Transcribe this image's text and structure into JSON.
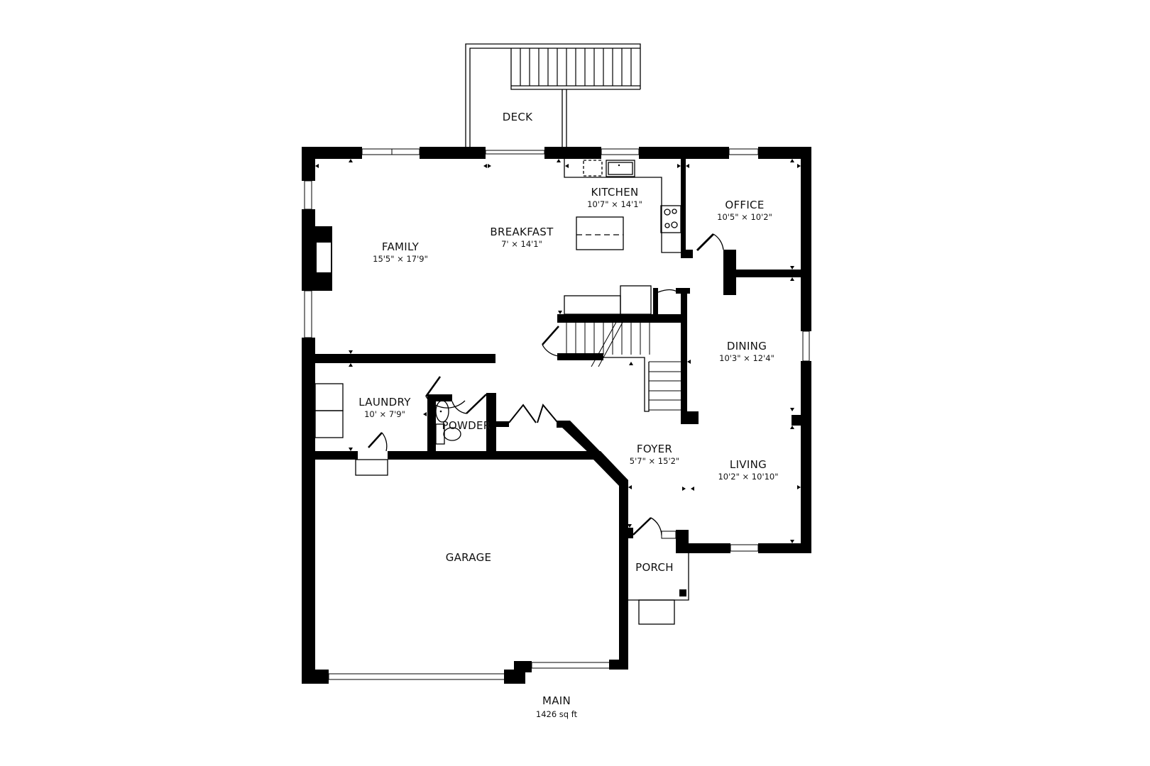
{
  "floor": {
    "name": "MAIN",
    "area": "1426 sq ft"
  },
  "rooms": [
    {
      "id": "deck",
      "name": "DECK",
      "dims": ""
    },
    {
      "id": "kitchen",
      "name": "KITCHEN",
      "dims": "10'7\" × 14'1\""
    },
    {
      "id": "office",
      "name": "OFFICE",
      "dims": "10'5\" × 10'2\""
    },
    {
      "id": "breakfast",
      "name": "BREAKFAST",
      "dims": "7' × 14'1\""
    },
    {
      "id": "family",
      "name": "FAMILY",
      "dims": "15'5\" × 17'9\""
    },
    {
      "id": "dining",
      "name": "DINING",
      "dims": "10'3\" × 12'4\""
    },
    {
      "id": "laundry",
      "name": "LAUNDRY",
      "dims": "10' × 7'9\""
    },
    {
      "id": "powder",
      "name": "POWDER",
      "dims": ""
    },
    {
      "id": "foyer",
      "name": "FOYER",
      "dims": "5'7\" × 15'2\""
    },
    {
      "id": "living",
      "name": "LIVING",
      "dims": "10'2\" × 10'10\""
    },
    {
      "id": "garage",
      "name": "GARAGE",
      "dims": ""
    },
    {
      "id": "porch",
      "name": "PORCH",
      "dims": ""
    }
  ],
  "colors": {
    "wall": "#000000",
    "background": "#ffffff"
  }
}
